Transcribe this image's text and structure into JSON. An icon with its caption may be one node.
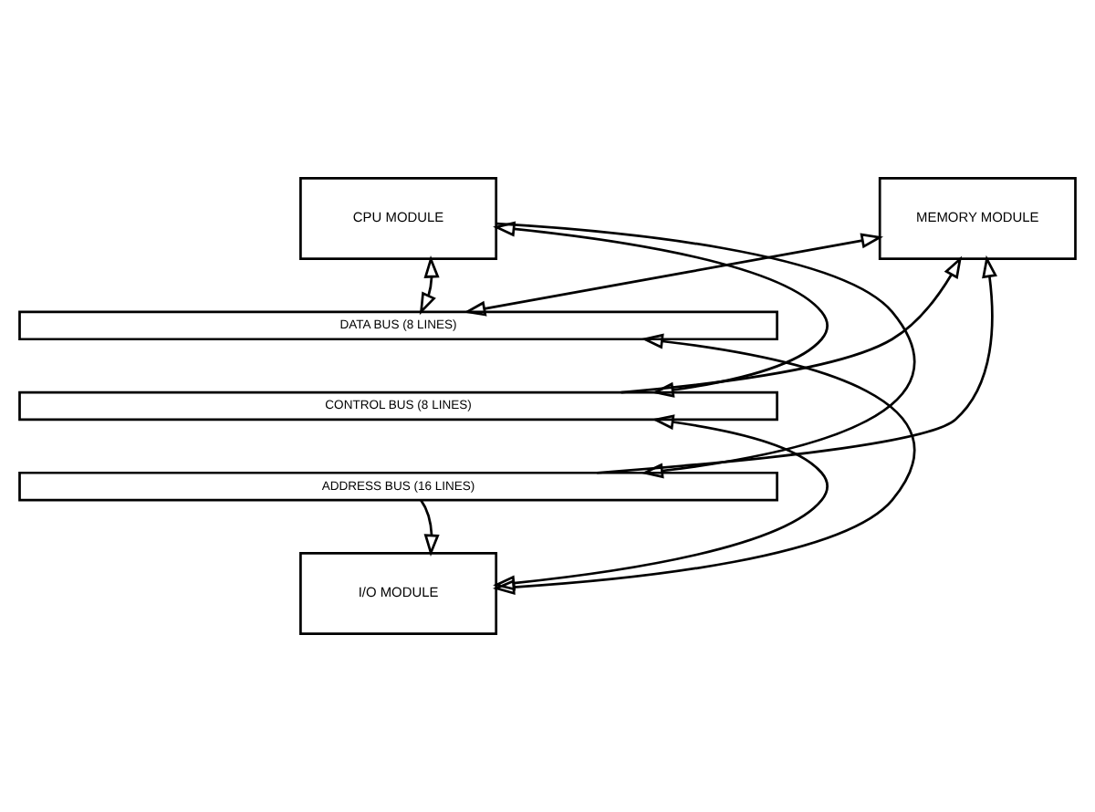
{
  "diagram": {
    "nodes": [
      {
        "text": [
          "CPU MODULE"
        ]
      },
      {
        "text": [
          "MEMORY MODULE"
        ]
      },
      {
        "text": [
          "DATA BUS (8 LINES)"
        ]
      },
      {
        "text": [
          "CONTROL BUS (8 LINES)"
        ]
      },
      {
        "text": [
          "ADDRESS BUS (16 LINES)"
        ]
      },
      {
        "text": [
          "I/O MODULE"
        ]
      }
    ],
    "edges": [
      {
        "from": 0,
        "to": 2,
        "arrow": "both"
      },
      {
        "from": 0,
        "to": 3,
        "arrow": "both"
      },
      {
        "from": 0,
        "to": 4,
        "arrow": "to"
      },
      {
        "from": 1,
        "to": 2,
        "arrow": "both"
      },
      {
        "from": 3,
        "to": 1,
        "arrow": "to"
      },
      {
        "from": 4,
        "to": 1,
        "arrow": "to"
      },
      {
        "from": 4,
        "to": 5,
        "arrow": "to"
      },
      {
        "from": 3,
        "to": 5,
        "arrow": "both"
      },
      {
        "from": 2,
        "to": 5,
        "arrow": "both"
      }
    ]
  }
}
